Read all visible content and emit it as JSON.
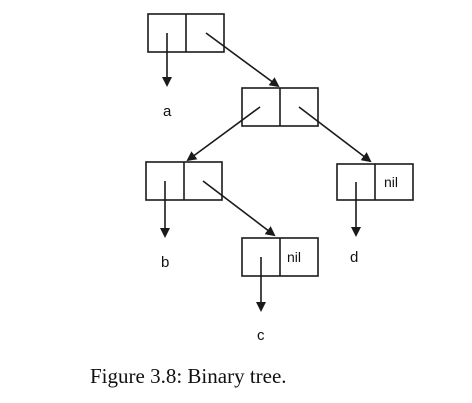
{
  "cells": [
    {
      "id": "root",
      "car": "pointer",
      "cdr": "pointer"
    },
    {
      "id": "n1",
      "car": "pointer",
      "cdr": "pointer"
    },
    {
      "id": "n2",
      "car": "pointer",
      "cdr": "pointer"
    },
    {
      "id": "n3",
      "car": "pointer",
      "cdr": "nil"
    },
    {
      "id": "n4",
      "car": "pointer",
      "cdr": "nil"
    }
  ],
  "atoms": {
    "a": "a",
    "b": "b",
    "c": "c",
    "d": "d"
  },
  "nil_label": "nil",
  "caption": "Figure 3.8: Binary tree."
}
